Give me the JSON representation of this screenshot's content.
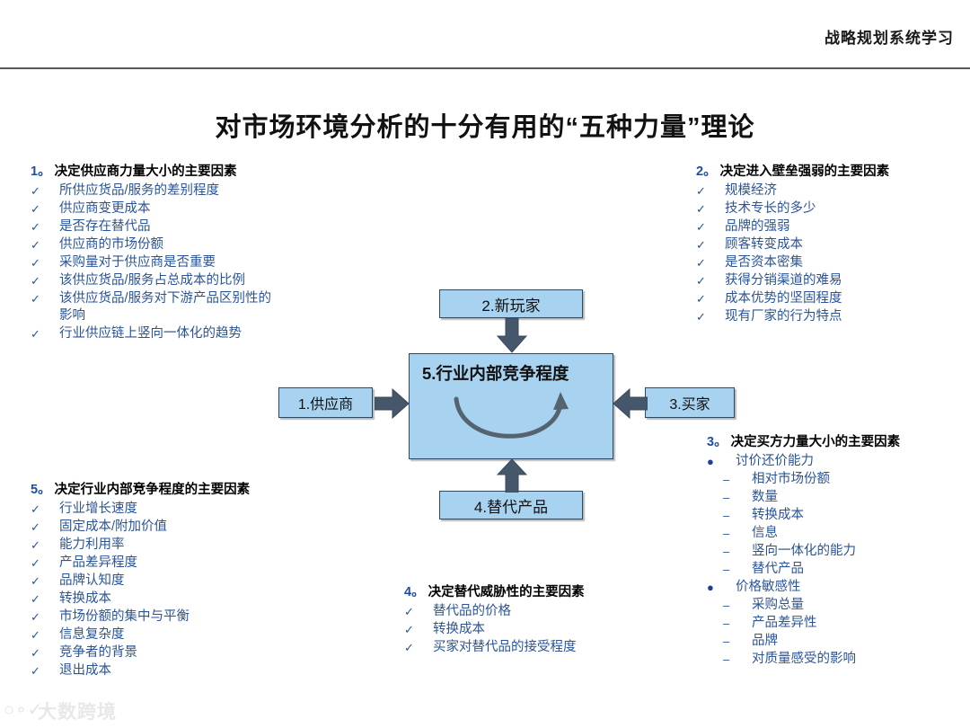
{
  "header": {
    "title": "战略规划系统学习"
  },
  "title": "对市场环境分析的十分有用的“五种力量”理论",
  "colors": {
    "box_fill": "#a8d3f0",
    "box_border": "#2b4a66",
    "arrow": "#46566b",
    "list_text": "#2b5497",
    "heading_number": "#1f4e9c",
    "rule": "#595959"
  },
  "diagram": {
    "type": "five-forces",
    "boxes": {
      "supplier": "1.供应商",
      "new_entrants": "2.新玩家",
      "buyers": "3.买家",
      "substitutes": "4.替代产品",
      "rivalry": "5.行业内部竞争程度"
    },
    "arrows": [
      {
        "name": "supplier-to-center",
        "direction": "right"
      },
      {
        "name": "new-entrants-to-center",
        "direction": "down"
      },
      {
        "name": "buyers-to-center",
        "direction": "left"
      },
      {
        "name": "substitutes-to-center",
        "direction": "up"
      },
      {
        "name": "rivalry-loop",
        "direction": "curved"
      }
    ]
  },
  "sections": {
    "s1": {
      "number": "1。",
      "heading": "决定供应商力量大小的主要因素",
      "items": [
        {
          "marker": "check",
          "text": "所供应货品/服务的差别程度"
        },
        {
          "marker": "check",
          "text": "供应商变更成本"
        },
        {
          "marker": "check",
          "text": "是否存在替代品"
        },
        {
          "marker": "check",
          "text": "供应商的市场份额"
        },
        {
          "marker": "check",
          "text": "采购量对于供应商是否重要"
        },
        {
          "marker": "check",
          "text": "该供应货品/服务占总成本的比例"
        },
        {
          "marker": "check",
          "text": "该供应货品/服务对下游产品区别性的影响"
        },
        {
          "marker": "check",
          "text": "行业供应链上竖向一体化的趋势"
        }
      ]
    },
    "s5": {
      "number": "5。",
      "heading": "决定行业内部竞争程度的主要因素",
      "items": [
        {
          "marker": "check",
          "text": "行业增长速度"
        },
        {
          "marker": "check",
          "text": "固定成本/附加价值"
        },
        {
          "marker": "check",
          "text": "能力利用率"
        },
        {
          "marker": "check",
          "text": "产品差异程度"
        },
        {
          "marker": "check",
          "text": "品牌认知度"
        },
        {
          "marker": "check",
          "text": "转换成本"
        },
        {
          "marker": "check",
          "text": "市场份额的集中与平衡"
        },
        {
          "marker": "check",
          "text": "信息复杂度"
        },
        {
          "marker": "check",
          "text": "竞争者的背景"
        },
        {
          "marker": "check",
          "text": "退出成本"
        }
      ]
    },
    "s2": {
      "number": "2。",
      "heading": "决定进入壁垒强弱的主要因素",
      "items": [
        {
          "marker": "check",
          "text": "规模经济"
        },
        {
          "marker": "check",
          "text": "技术专长的多少"
        },
        {
          "marker": "check",
          "text": "品牌的强弱"
        },
        {
          "marker": "check",
          "text": "顾客转变成本"
        },
        {
          "marker": "check",
          "text": "是否资本密集"
        },
        {
          "marker": "check",
          "text": "获得分销渠道的难易"
        },
        {
          "marker": "check",
          "text": "成本优势的坚固程度"
        },
        {
          "marker": "check",
          "text": "现有厂家的行为特点"
        }
      ]
    },
    "s3": {
      "number": "3。",
      "heading": "决定买方力量大小的主要因素",
      "items": [
        {
          "marker": "dot",
          "text": "讨价还价能力"
        },
        {
          "marker": "dash",
          "text": "相对市场份额"
        },
        {
          "marker": "dash",
          "text": "数量"
        },
        {
          "marker": "dash",
          "text": "转换成本"
        },
        {
          "marker": "dash",
          "text": "信息"
        },
        {
          "marker": "dash",
          "text": "竖向一体化的能力"
        },
        {
          "marker": "dash",
          "text": "替代产品"
        },
        {
          "marker": "dot",
          "text": "价格敏感性"
        },
        {
          "marker": "dash",
          "text": "采购总量"
        },
        {
          "marker": "dash",
          "text": "产品差异性"
        },
        {
          "marker": "dash",
          "text": "品牌"
        },
        {
          "marker": "dash",
          "text": "对质量感受的影响"
        }
      ]
    },
    "s4": {
      "number": "4。",
      "heading": "决定替代威胁性的主要因素",
      "items": [
        {
          "marker": "check",
          "text": "替代品的价格"
        },
        {
          "marker": "check",
          "text": "转换成本"
        },
        {
          "marker": "check",
          "text": "买家对替代品的接受程度"
        }
      ]
    }
  },
  "watermark": {
    "text": "大数跨境"
  }
}
